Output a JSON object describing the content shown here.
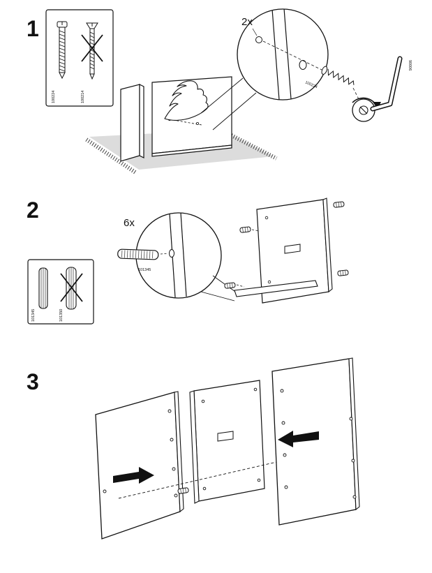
{
  "colors": {
    "rug": "#dcdcdc",
    "arrow": "#111111",
    "outline": "#111111"
  },
  "steps": [
    {
      "number": "1",
      "qty": "2x",
      "callout_part": "100224",
      "parts_box": {
        "ok_part": "100224",
        "bad_part": "100214"
      },
      "tool_part": "90006"
    },
    {
      "number": "2",
      "qty": "6x",
      "callout_part": "101345",
      "parts_box": {
        "ok_part": "101345",
        "bad_part": "101350"
      }
    },
    {
      "number": "3"
    }
  ]
}
